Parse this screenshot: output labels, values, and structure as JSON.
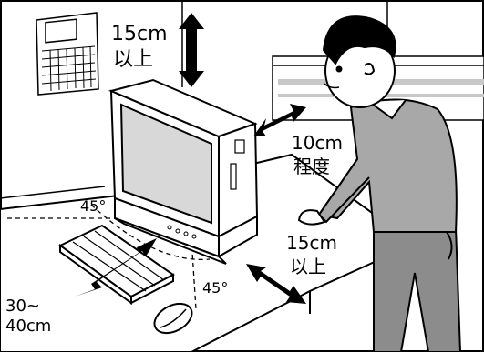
{
  "labels": {
    "clearance_top_value": "15cm",
    "clearance_top_qualifier": "以上",
    "clearance_side_value": "10cm",
    "clearance_side_qualifier": "程度",
    "clearance_front_value": "15cm",
    "clearance_front_qualifier": "以上",
    "angle_left": "45°",
    "angle_right": "45°",
    "keyboard_distance_line1": "30~",
    "keyboard_distance_line2": "40cm"
  },
  "colors": {
    "line": "#000000",
    "person_shirt": "#a8a8a8",
    "person_pants": "#8c8c8c",
    "screen": "#d8d8d8",
    "desk": "#ffffff",
    "window_frame": "#c8c8c8"
  },
  "icons": [
    "calendar-icon",
    "monitor-icon",
    "keyboard-icon",
    "mouse-icon",
    "person-icon",
    "double-arrow-icon"
  ]
}
